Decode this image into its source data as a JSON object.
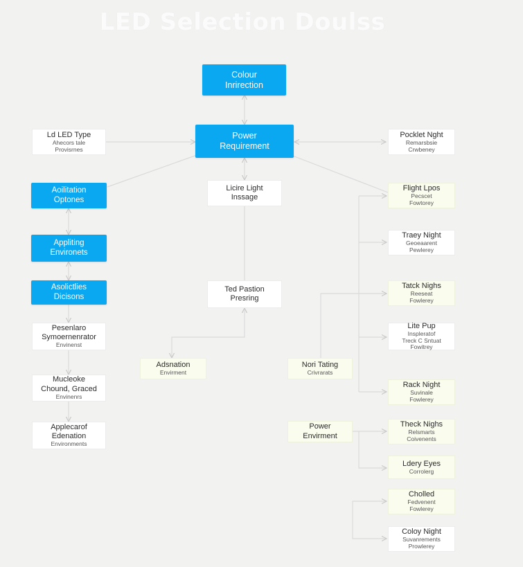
{
  "title": "LED Selection Doulss",
  "center": {
    "colour": [
      "Colour",
      "Inrirection"
    ],
    "power": [
      "Power",
      "Requirement"
    ],
    "light": [
      "Licire Light",
      "Inssage"
    ],
    "passion": [
      "Ted Pastion",
      "Presring"
    ]
  },
  "left": {
    "led_type": {
      "line1": "Ld LED Type",
      "sub": [
        "Ahecors tale",
        "Provisrnes"
      ]
    },
    "app_options": [
      "Aoilitation",
      "Optones"
    ],
    "app_env": [
      "Appliting",
      "Environets"
    ],
    "app_decisions": [
      "Asolictlies",
      "Dicisons"
    ]
  },
  "left_lower": {
    "sym": {
      "lines": [
        "Pesenlaro",
        "Symoernenrator"
      ],
      "sub": [
        "Envinenst"
      ]
    },
    "mucleoke": {
      "lines": [
        "Mucleoke",
        "Chound, Graced"
      ],
      "sub": [
        "Envinenrs"
      ]
    },
    "applecarof": {
      "lines": [
        "Applecarof",
        "Edenation"
      ],
      "sub": [
        "Environments"
      ]
    }
  },
  "middle": {
    "adsnation": [
      "Adsnation",
      "Envirment"
    ],
    "nori": [
      "Nori Tating",
      "Crivrarats"
    ],
    "power_env": [
      "Power",
      "Envirment"
    ]
  },
  "right": [
    {
      "title": "Pocklet Nght",
      "sub": [
        "Remarsbsie",
        "Crwbeney"
      ]
    },
    {
      "title": "Flight Lpos",
      "sub": [
        "Pecscet",
        "Fowtorey"
      ]
    },
    {
      "title": "Traey Night",
      "sub": [
        "Geoeaarent",
        "Pewlerey"
      ]
    },
    {
      "title": "Tatck Nighs",
      "sub": [
        "Reeseat",
        "Fowlerey"
      ]
    },
    {
      "title": "Lite Pup",
      "sub": [
        "Inspleratof",
        "Treck C Sntuat",
        "Fowitrey"
      ]
    },
    {
      "title": "Rack Night",
      "sub": [
        "Suvinale",
        "Fowlerey"
      ]
    },
    {
      "title": "Theck Nighs",
      "sub": [
        "Relsmarts",
        "Coivenents"
      ]
    },
    {
      "title": "Ldery Eyes",
      "sub": [
        "Corrolerg"
      ]
    },
    {
      "title": "Cholled",
      "sub": [
        "Fedvenent",
        "Fowlerey"
      ]
    },
    {
      "title": "Coloy Night",
      "sub": [
        "Suvanrements",
        "Prowlerey"
      ]
    }
  ]
}
